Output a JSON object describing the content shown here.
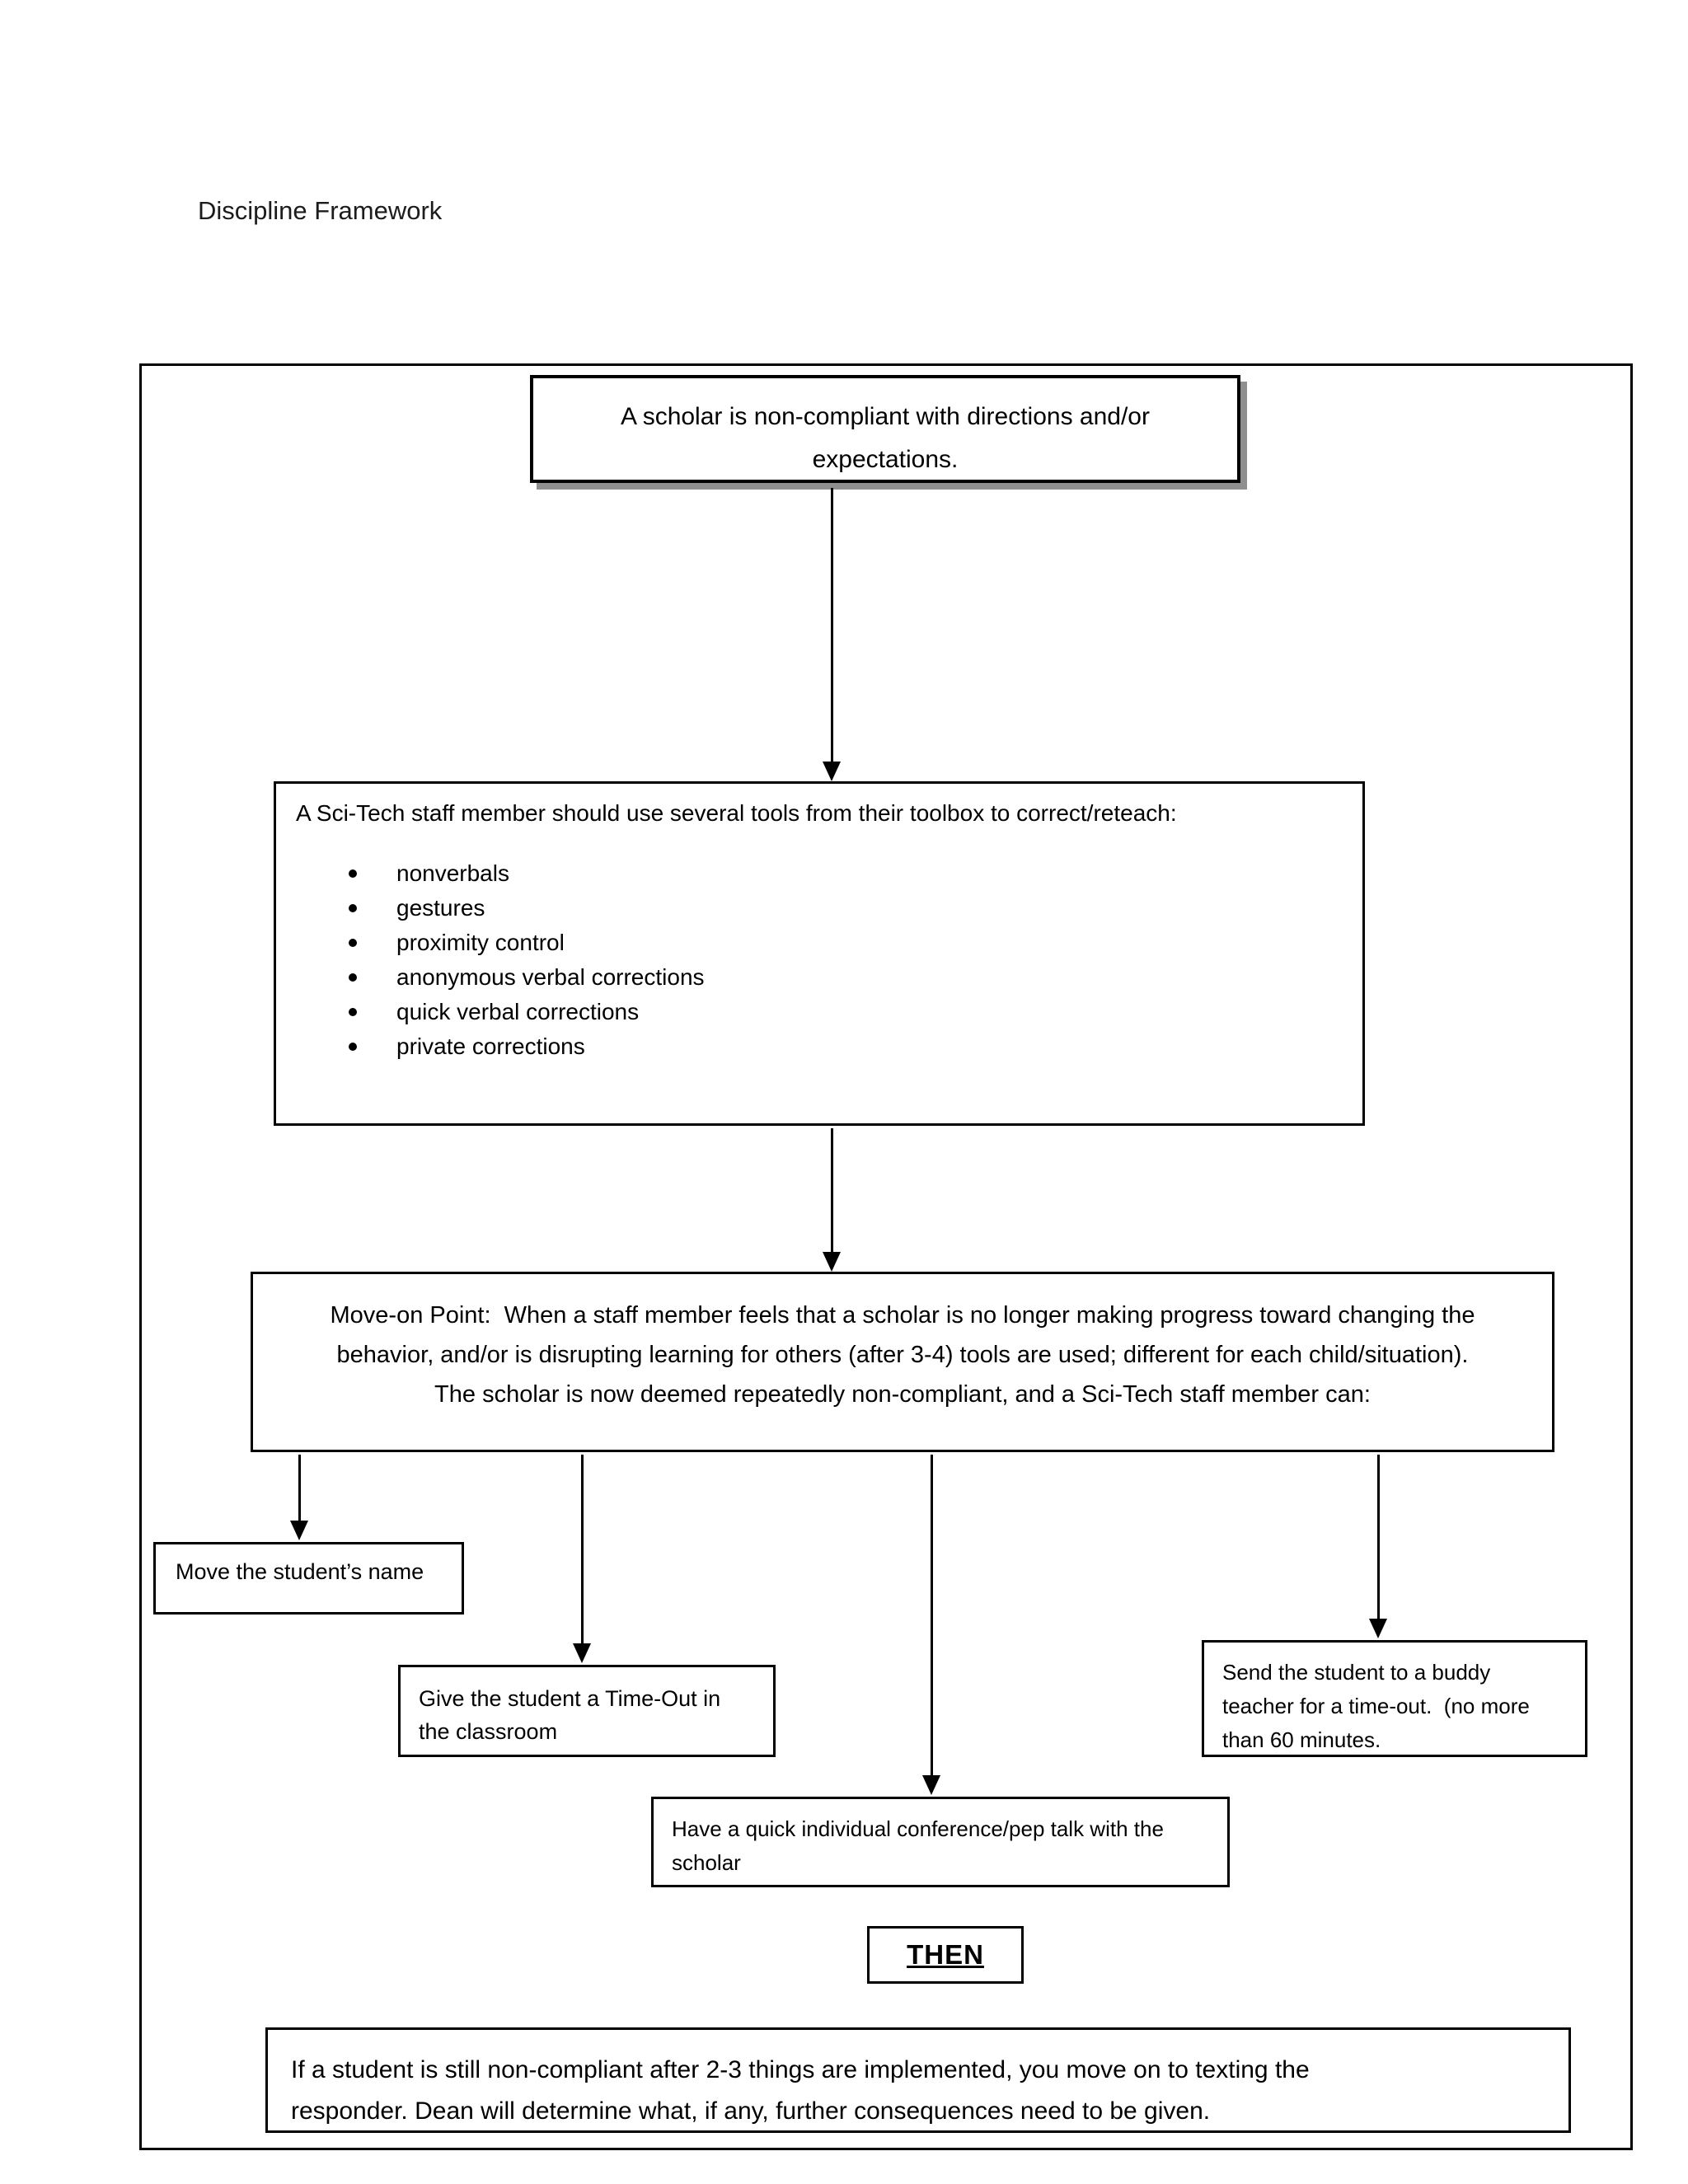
{
  "page": {
    "title": "Discipline Framework"
  },
  "flowchart": {
    "top_box": {
      "lines": [
        "A scholar is non-compliant with directions and/or",
        "expectations."
      ]
    },
    "toolbox_box": {
      "heading": "A Sci-Tech staff member should use several tools from their toolbox to correct/reteach:",
      "items": [
        "nonverbals",
        "gestures",
        "proximity control",
        "anonymous verbal corrections",
        "quick verbal corrections",
        "private corrections"
      ]
    },
    "move_on_box": {
      "lines": [
        "Move-on Point:  When a staff member feels that a scholar is no longer making progress toward changing the",
        "behavior, and/or is disrupting learning for others (after 3-4) tools are used; different for each child/situation).",
        "The scholar is now deemed repeatedly non-compliant, and a Sci-Tech staff member can:"
      ]
    },
    "option_boxes": {
      "move_name": {
        "lines": [
          "Move the student’s name"
        ]
      },
      "time_out": {
        "lines": [
          "Give the student a Time-Out in",
          "the classroom"
        ]
      },
      "conference": {
        "lines": [
          "Have a quick individual conference/pep talk with the",
          "scholar"
        ]
      },
      "buddy_teacher": {
        "lines": [
          "Send the student to a buddy",
          "teacher for a time-out.  (no more",
          "than 60 minutes."
        ]
      }
    },
    "then_box": {
      "label": "THEN"
    },
    "bottom_box": {
      "lines": [
        "If a student is still non-compliant after 2-3 things are implemented, you move on to texting the",
        "responder. Dean will determine what, if any, further consequences need to be given."
      ]
    }
  },
  "colors": {
    "background": "#ffffff",
    "text": "#000000",
    "border": "#000000",
    "shadow": "#8f8f8f"
  }
}
